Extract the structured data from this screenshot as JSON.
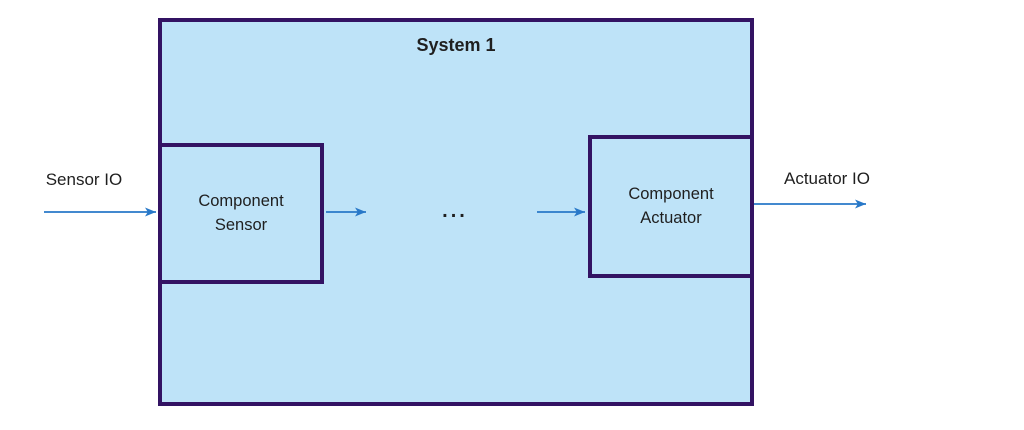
{
  "colors": {
    "background": "#FFFFFF",
    "box_fill": "#BEE3F8",
    "box_border": "#331363",
    "arrow": "#2878C8",
    "text": "#1F1F1F"
  },
  "system": {
    "title": "System 1"
  },
  "components": {
    "sensor": {
      "line1": "Component",
      "line2": "Sensor"
    },
    "actuator": {
      "line1": "Component",
      "line2": "Actuator"
    }
  },
  "io": {
    "input_label": "Sensor IO",
    "output_label": "Actuator IO"
  },
  "ellipsis": "..."
}
